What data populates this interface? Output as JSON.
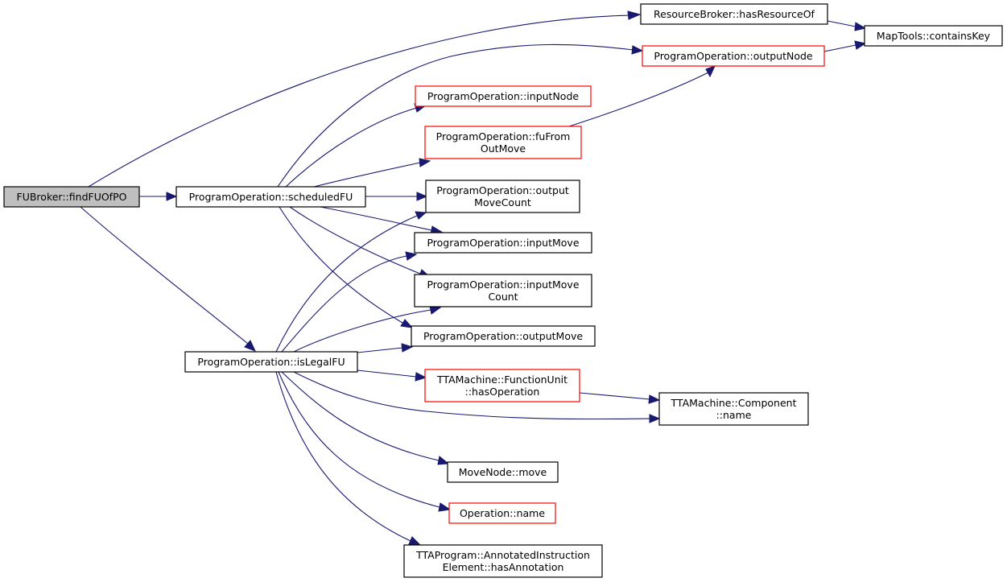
{
  "colors": {
    "edge": "#191970",
    "border_normal": "#000000",
    "border_truncated": "#ff0000",
    "root_fill": "#bfbfbf",
    "node_fill": "#ffffff"
  },
  "nodes": [
    {
      "id": "fubroker_findfuofpo",
      "lines": [
        "FUBroker::findFUOfPO"
      ],
      "kind": "root"
    },
    {
      "id": "po_scheduledfu",
      "lines": [
        "ProgramOperation::scheduledFU"
      ],
      "kind": "normal"
    },
    {
      "id": "po_islegalfu",
      "lines": [
        "ProgramOperation::isLegalFU"
      ],
      "kind": "normal"
    },
    {
      "id": "rb_hasresourceof",
      "lines": [
        "ResourceBroker::hasResourceOf"
      ],
      "kind": "normal"
    },
    {
      "id": "maptools_containskey",
      "lines": [
        "MapTools::containsKey"
      ],
      "kind": "normal"
    },
    {
      "id": "po_outputnode",
      "lines": [
        "ProgramOperation::outputNode"
      ],
      "kind": "truncated"
    },
    {
      "id": "po_inputnode",
      "lines": [
        "ProgramOperation::inputNode"
      ],
      "kind": "truncated"
    },
    {
      "id": "po_fufromoutmove",
      "lines": [
        "ProgramOperation::fuFrom",
        "OutMove"
      ],
      "kind": "truncated"
    },
    {
      "id": "po_outputmovecount",
      "lines": [
        "ProgramOperation::output",
        "MoveCount"
      ],
      "kind": "normal"
    },
    {
      "id": "po_inputmove",
      "lines": [
        "ProgramOperation::inputMove"
      ],
      "kind": "normal"
    },
    {
      "id": "po_inputmovecount",
      "lines": [
        "ProgramOperation::inputMove",
        "Count"
      ],
      "kind": "normal"
    },
    {
      "id": "po_outputmove",
      "lines": [
        "ProgramOperation::outputMove"
      ],
      "kind": "normal"
    },
    {
      "id": "fu_hasoperation",
      "lines": [
        "TTAMachine::FunctionUnit",
        "::hasOperation"
      ],
      "kind": "truncated"
    },
    {
      "id": "component_name",
      "lines": [
        "TTAMachine::Component",
        "::name"
      ],
      "kind": "normal"
    },
    {
      "id": "movenode_move",
      "lines": [
        "MoveNode::move"
      ],
      "kind": "normal"
    },
    {
      "id": "operation_name",
      "lines": [
        "Operation::name"
      ],
      "kind": "truncated"
    },
    {
      "id": "aie_hasannotation",
      "lines": [
        "TTAProgram::AnnotatedInstruction",
        "Element::hasAnnotation"
      ],
      "kind": "normal"
    }
  ],
  "edges": [
    {
      "from": "fubroker_findfuofpo",
      "to": "rb_hasresourceof"
    },
    {
      "from": "fubroker_findfuofpo",
      "to": "po_scheduledfu"
    },
    {
      "from": "fubroker_findfuofpo",
      "to": "po_islegalfu"
    },
    {
      "from": "po_scheduledfu",
      "to": "po_outputnode"
    },
    {
      "from": "po_scheduledfu",
      "to": "po_inputnode"
    },
    {
      "from": "po_scheduledfu",
      "to": "po_fufromoutmove"
    },
    {
      "from": "po_scheduledfu",
      "to": "po_outputmovecount"
    },
    {
      "from": "po_scheduledfu",
      "to": "po_inputmove"
    },
    {
      "from": "po_scheduledfu",
      "to": "po_inputmovecount"
    },
    {
      "from": "po_scheduledfu",
      "to": "po_outputmove"
    },
    {
      "from": "rb_hasresourceof",
      "to": "maptools_containskey"
    },
    {
      "from": "po_outputnode",
      "to": "maptools_containskey"
    },
    {
      "from": "po_fufromoutmove",
      "to": "po_outputnode"
    },
    {
      "from": "po_islegalfu",
      "to": "po_outputmovecount"
    },
    {
      "from": "po_islegalfu",
      "to": "po_inputmove"
    },
    {
      "from": "po_islegalfu",
      "to": "po_inputmovecount"
    },
    {
      "from": "po_islegalfu",
      "to": "po_outputmove"
    },
    {
      "from": "po_islegalfu",
      "to": "fu_hasoperation"
    },
    {
      "from": "po_islegalfu",
      "to": "component_name"
    },
    {
      "from": "po_islegalfu",
      "to": "movenode_move"
    },
    {
      "from": "po_islegalfu",
      "to": "operation_name"
    },
    {
      "from": "po_islegalfu",
      "to": "aie_hasannotation"
    },
    {
      "from": "fu_hasoperation",
      "to": "component_name"
    }
  ]
}
